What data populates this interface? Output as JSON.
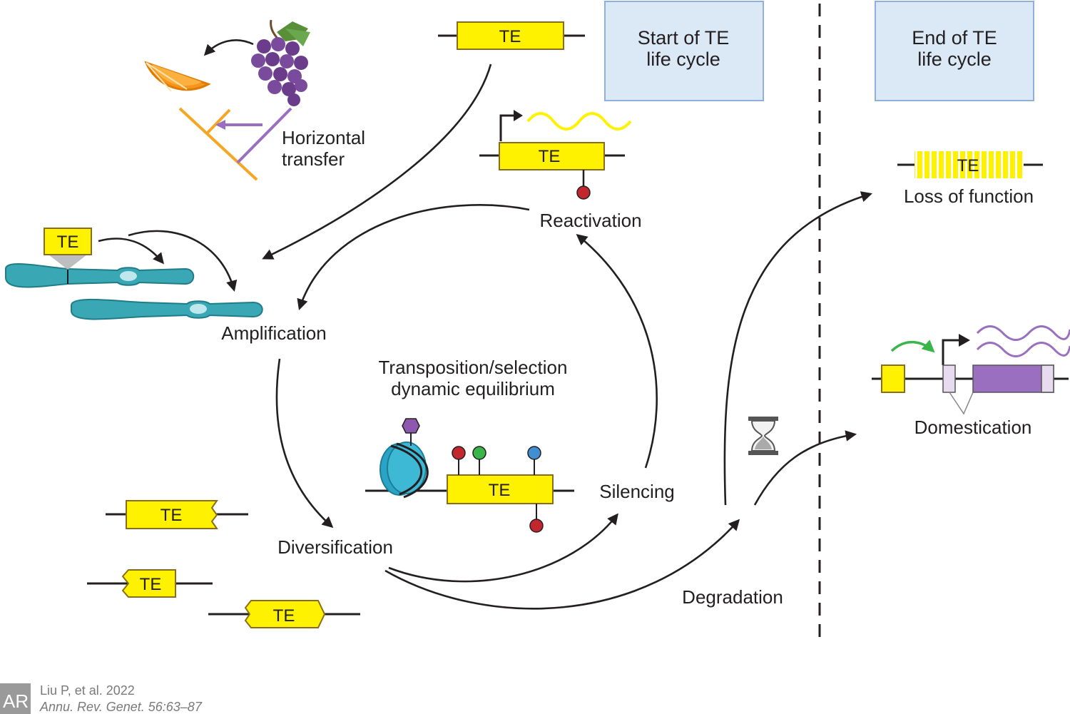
{
  "te_label": "TE",
  "boxes": {
    "start": [
      "Start of TE",
      "life cycle"
    ],
    "end": [
      "End of TE",
      "life cycle"
    ]
  },
  "labels": {
    "horizontal_transfer": [
      "Horizontal",
      "transfer"
    ],
    "amplification": "Amplification",
    "reactivation": "Reactivation",
    "equilibrium": [
      "Transposition/selection",
      "dynamic equilibrium"
    ],
    "silencing": "Silencing",
    "diversification": "Diversification",
    "degradation": "Degradation",
    "loss_of_function": "Loss of function",
    "domestication": "Domestication"
  },
  "citation": {
    "logo": "AR",
    "line1": "Liu P, et al. 2022",
    "line2": "Annu. Rev. Genet. 56:63–87"
  },
  "colors": {
    "te_fill": "#fff200",
    "box_fill": "#dbe9f6",
    "box_border": "#8fb0d8",
    "chromosome": "#3aa7b5",
    "purple": "#9b6fbf",
    "mark_red": "#c1272d",
    "mark_green": "#39b54a",
    "mark_blue": "#3f8fd2",
    "mark_purple": "#8e58b0",
    "arrow": "#231f20"
  }
}
